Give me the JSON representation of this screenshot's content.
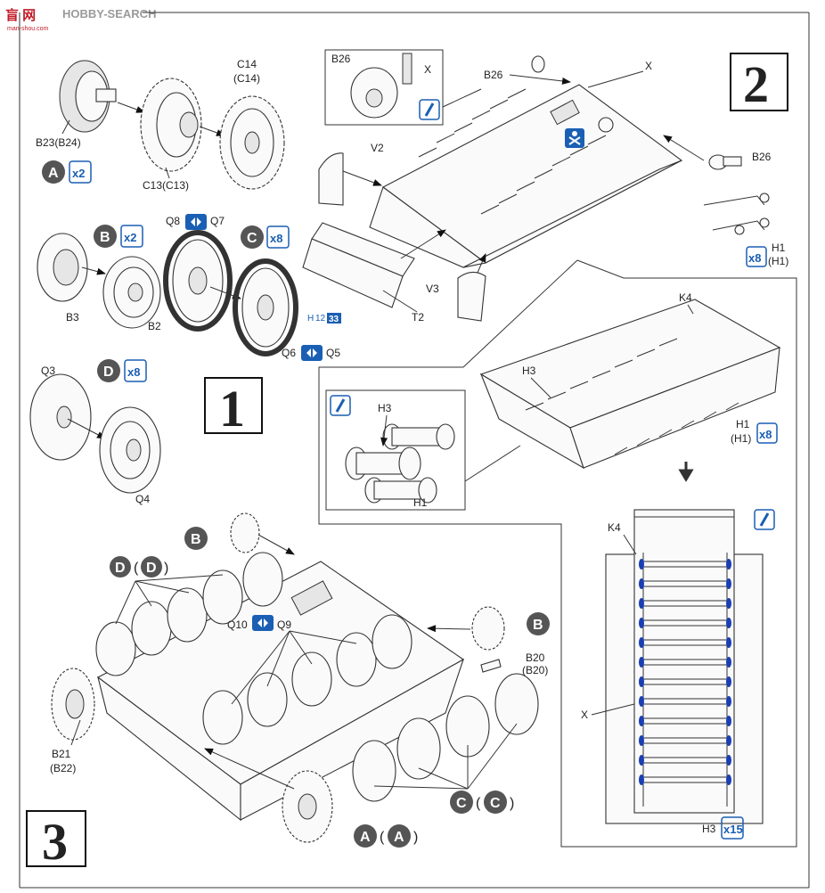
{
  "watermark": {
    "site_cn": "盲 网",
    "site_en": "HOBBY-SEARCH",
    "url": "man-shou.com"
  },
  "colors": {
    "accent_blue": "#1a5fb4",
    "badge_gray": "#555555"
  },
  "steps": [
    {
      "number": "1"
    },
    {
      "number": "2"
    },
    {
      "number": "3"
    }
  ],
  "step1": {
    "labels": {
      "c14": "C14",
      "c14b": "(C14)",
      "b23": "B23(B24)",
      "c13": "C13(C13)",
      "q8": "Q8",
      "q7": "Q7",
      "b3": "B3",
      "b2": "B2",
      "q6": "Q6",
      "q5": "Q5",
      "h12": "H",
      "h12_num": "12",
      "h12_badge": "33",
      "q3": "Q3",
      "q4": "Q4"
    },
    "badges": [
      {
        "letter": "A",
        "qty": "x2"
      },
      {
        "letter": "B",
        "qty": "x2"
      },
      {
        "letter": "C",
        "qty": "x8"
      },
      {
        "letter": "D",
        "qty": "x8"
      }
    ]
  },
  "step2": {
    "labels": {
      "b26_inset": "B26",
      "x_inset": "X",
      "b26_top": "B26",
      "x_top": "X",
      "v2": "V2",
      "v3": "V3",
      "t2": "T2",
      "b26_right": "B26",
      "h1": "H1",
      "h1b": "(H1)",
      "h1_qty": "x8",
      "k4": "K4",
      "h3": "H3",
      "h1_mid": "H1",
      "h1_midb": "(H1)",
      "h1_mid_qty": "x8",
      "h3_inset": "H3",
      "h1_inset": "H1",
      "k4_bottom": "K4",
      "x_bottom": "X",
      "h3_bottom": "H3",
      "h3_qty": "x15"
    },
    "icons": [
      "glue-icon",
      "no-glue-icon",
      "glue-icon",
      "glue-icon"
    ]
  },
  "step3": {
    "labels": {
      "b_top": "B",
      "d_left": "D",
      "d_right": "D",
      "q10": "Q10",
      "q9": "Q9",
      "b_right": "B",
      "b20": "B20",
      "b20b": "(B20)",
      "b21": "B21",
      "b22": "(B22)",
      "c_left": "C",
      "c_right": "C",
      "a_left": "A",
      "a_right": "A"
    }
  }
}
